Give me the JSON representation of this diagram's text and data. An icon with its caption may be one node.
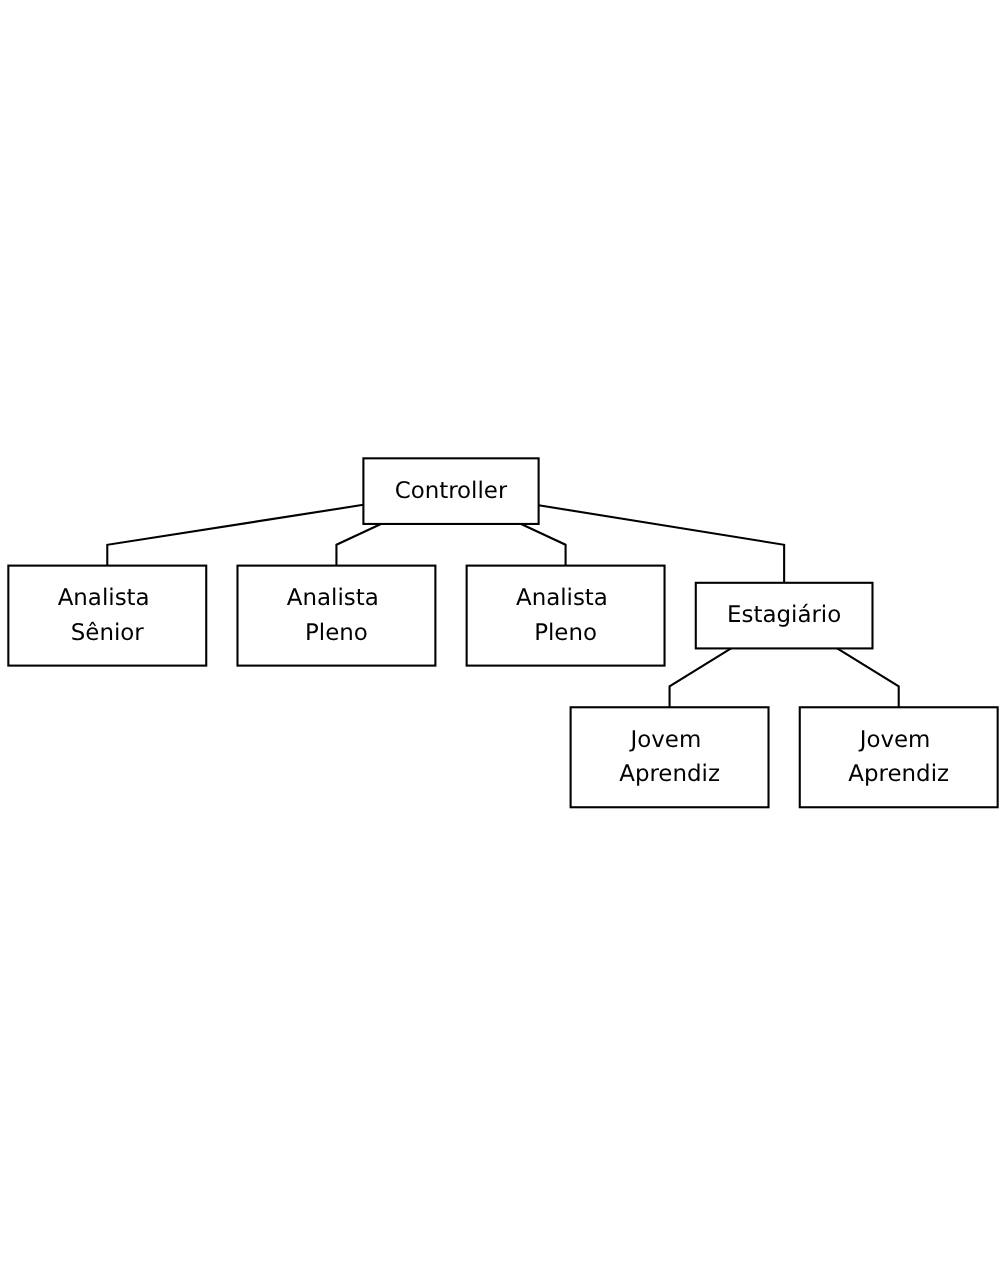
{
  "diagram": {
    "nodes": [
      {
        "text": [
          "Controller"
        ]
      },
      {
        "text": [
          "Analista Sênior"
        ]
      },
      {
        "text": [
          "Analista Pleno"
        ]
      },
      {
        "text": [
          "Analista Pleno"
        ]
      },
      {
        "text": [
          "Estagiário"
        ]
      },
      {
        "text": [
          "Jovem Aprendiz"
        ]
      },
      {
        "text": [
          "Jovem Aprendiz"
        ]
      }
    ],
    "edges": [
      {
        "from": 0,
        "to": 1,
        "arrow": "none"
      },
      {
        "from": 0,
        "to": 2,
        "arrow": "none"
      },
      {
        "from": 0,
        "to": 3,
        "arrow": "none"
      },
      {
        "from": 0,
        "to": 4,
        "arrow": "none"
      },
      {
        "from": 4,
        "to": 5,
        "arrow": "none"
      },
      {
        "from": 4,
        "to": 6,
        "arrow": "none"
      }
    ]
  }
}
